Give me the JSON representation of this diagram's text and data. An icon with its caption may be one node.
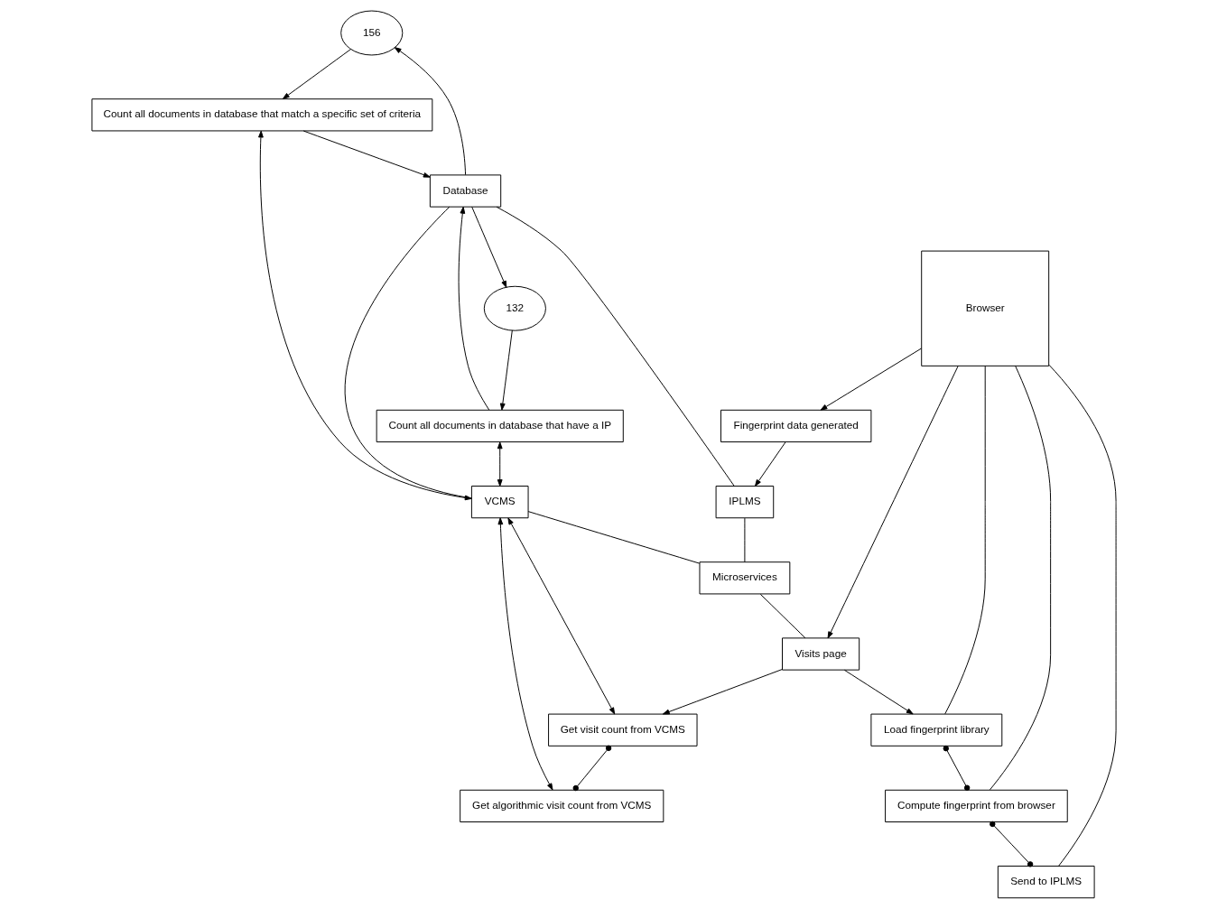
{
  "diagram": {
    "nodes": [
      {
        "text": [
          "156"
        ]
      },
      {
        "text": [
          "132"
        ]
      },
      {
        "text": [
          "Count all documents in database that match a specific set of criteria"
        ]
      },
      {
        "text": [
          "Database"
        ]
      },
      {
        "text": [
          "Count all documents in database that have a IP"
        ]
      },
      {
        "text": [
          "IPLMS"
        ]
      },
      {
        "text": [
          "VCMS"
        ]
      },
      {
        "text": [
          "Microservices"
        ]
      },
      {
        "text": [
          "Visits page"
        ]
      },
      {
        "text": [
          "Get visit count from VCMS"
        ]
      },
      {
        "text": [
          "Get algorithmic visit count from VCMS"
        ]
      },
      {
        "text": [
          "Load fingerprint library"
        ]
      },
      {
        "text": [
          "Compute fingerprint from browser"
        ]
      },
      {
        "text": [
          "Send to IPLMS"
        ]
      },
      {
        "text": [
          "Fingerprint data generated"
        ]
      },
      {
        "text": [
          "Browser"
        ]
      }
    ],
    "edges": [
      {
        "from": 0,
        "to": 2,
        "arrow": "to"
      },
      {
        "from": 3,
        "to": 0,
        "arrow": "to"
      },
      {
        "from": 3,
        "to": 1,
        "arrow": "to"
      },
      {
        "from": 1,
        "to": 4,
        "arrow": "to"
      },
      {
        "from": 2,
        "to": 3,
        "arrow": "to"
      },
      {
        "from": 4,
        "to": 3,
        "arrow": "to"
      },
      {
        "from": 3,
        "to": 5,
        "arrow": "none"
      },
      {
        "from": 3,
        "to": 6,
        "arrow": "none"
      },
      {
        "from": 4,
        "to": 6,
        "arrow": "both"
      },
      {
        "from": 2,
        "to": 6,
        "arrow": "both"
      },
      {
        "from": 14,
        "to": 5,
        "arrow": "to"
      },
      {
        "from": 5,
        "to": 7,
        "arrow": "none"
      },
      {
        "from": 6,
        "to": 7,
        "arrow": "none"
      },
      {
        "from": 7,
        "to": 8,
        "arrow": "none"
      },
      {
        "from": 8,
        "to": 9,
        "arrow": "to"
      },
      {
        "from": 9,
        "to": 10,
        "arrow": "other"
      },
      {
        "from": 6,
        "to": 9,
        "arrow": "both"
      },
      {
        "from": 6,
        "to": 10,
        "arrow": "both"
      },
      {
        "from": 8,
        "to": 11,
        "arrow": "to"
      },
      {
        "from": 11,
        "to": 12,
        "arrow": "other"
      },
      {
        "from": 12,
        "to": 13,
        "arrow": "other"
      },
      {
        "from": 15,
        "to": 8,
        "arrow": "to"
      },
      {
        "from": 15,
        "to": 14,
        "arrow": "to"
      },
      {
        "from": 15,
        "to": 11,
        "arrow": "none"
      },
      {
        "from": 15,
        "to": 12,
        "arrow": "none"
      },
      {
        "from": 15,
        "to": 13,
        "arrow": "none"
      }
    ]
  }
}
